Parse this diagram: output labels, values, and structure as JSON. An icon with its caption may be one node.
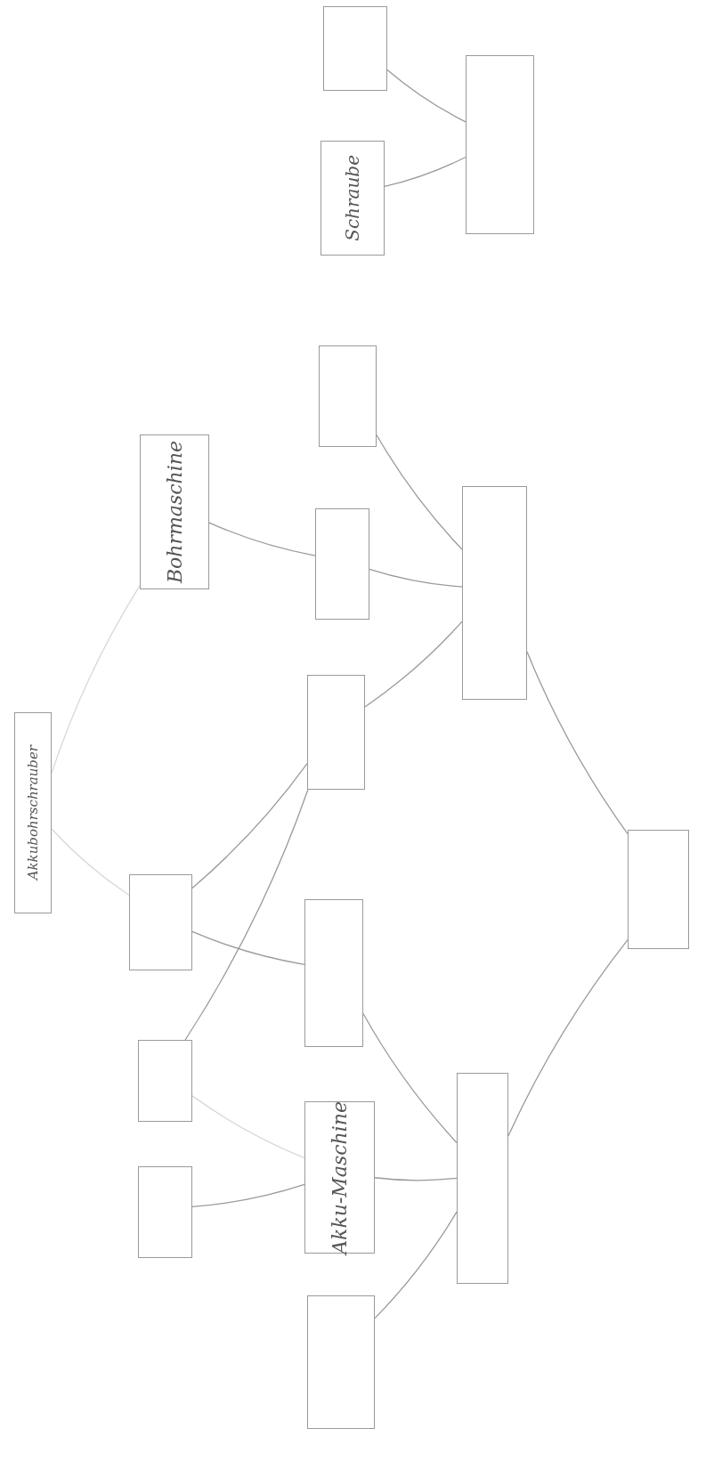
{
  "diagram": {
    "nodes": [
      {
        "text": [],
        "shape": "box"
      },
      {
        "text": [
          "Schraube"
        ]
      },
      {
        "text": [],
        "shape": "box"
      },
      {
        "text": [],
        "shape": "box"
      },
      {
        "text": [
          "Bohrmaschine"
        ]
      },
      {
        "text": [],
        "shape": "box"
      },
      {
        "text": [],
        "shape": "box"
      },
      {
        "text": [],
        "shape": "box"
      },
      {
        "text": [
          "Akkubohrschrauber"
        ]
      },
      {
        "text": [],
        "shape": "box"
      },
      {
        "text": [],
        "shape": "box"
      },
      {
        "text": [],
        "shape": "box"
      },
      {
        "text": [],
        "shape": "box"
      },
      {
        "text": [],
        "shape": "box"
      },
      {
        "text": [
          "Akku-Maschine"
        ]
      },
      {
        "text": [],
        "shape": "box"
      },
      {
        "text": [],
        "shape": "box"
      }
    ],
    "edges": [
      {
        "from": 0,
        "to": 2,
        "arrow": "none"
      },
      {
        "from": 1,
        "to": 2,
        "arrow": "none"
      },
      {
        "from": 4,
        "to": 5,
        "arrow": "none"
      },
      {
        "from": 3,
        "to": 6,
        "arrow": "none"
      },
      {
        "from": 5,
        "to": 6,
        "arrow": "none"
      },
      {
        "from": 7,
        "to": 6,
        "arrow": "none"
      },
      {
        "from": 6,
        "to": 10,
        "arrow": "none"
      },
      {
        "from": 10,
        "to": 13,
        "arrow": "none"
      },
      {
        "from": 4,
        "to": 8,
        "arrow": "none",
        "color": "#d8d8d8"
      },
      {
        "from": 8,
        "to": 9,
        "arrow": "none",
        "color": "#d8d8d8"
      },
      {
        "from": 9,
        "to": 7,
        "arrow": "none"
      },
      {
        "from": 9,
        "to": 11,
        "arrow": "none"
      },
      {
        "from": 12,
        "to": 7,
        "arrow": "none"
      },
      {
        "from": 12,
        "to": 14,
        "arrow": "none",
        "color": "#d8d8d8"
      },
      {
        "from": 15,
        "to": 14,
        "arrow": "none"
      },
      {
        "from": 11,
        "to": 13,
        "arrow": "none"
      },
      {
        "from": 14,
        "to": 13,
        "arrow": "none"
      },
      {
        "from": 16,
        "to": 13,
        "arrow": "none"
      }
    ]
  }
}
